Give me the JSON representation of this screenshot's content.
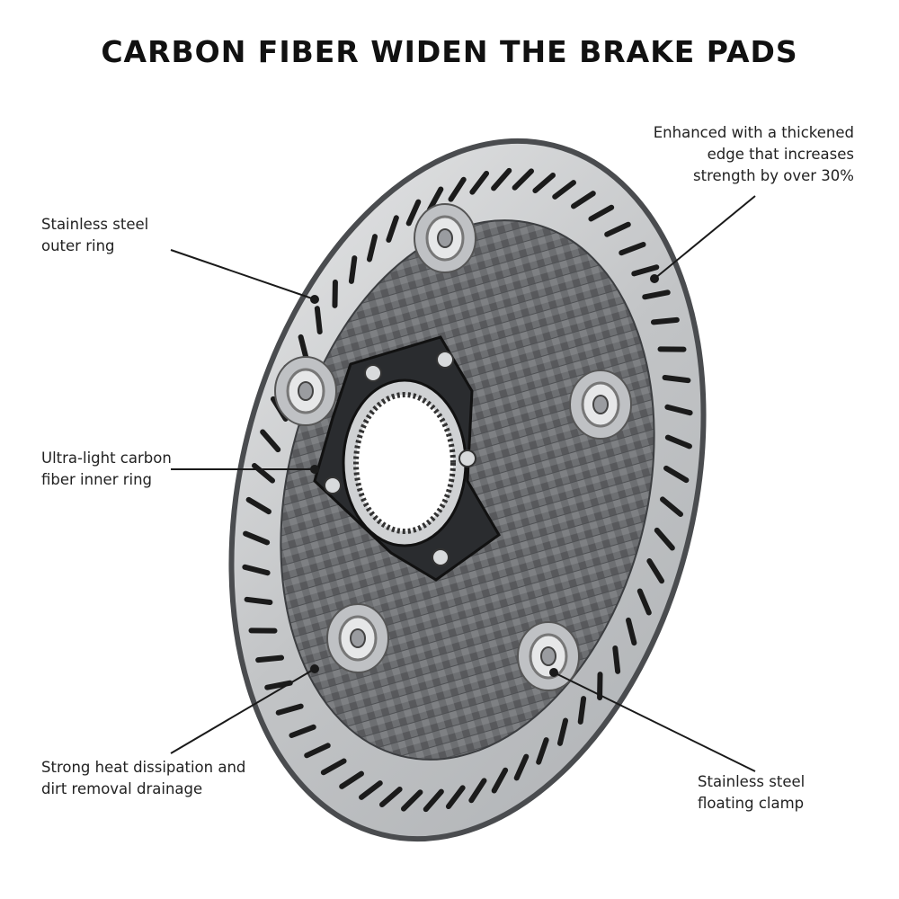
{
  "title": "CARBON FIBER WIDEN THE BRAKE PADS",
  "callouts": {
    "outer_ring": {
      "line1": "Stainless steel",
      "line2": "outer ring"
    },
    "inner_ring": {
      "line1": "Ultra-light carbon",
      "line2": "fiber inner ring"
    },
    "heat": {
      "line1": "Strong heat dissipation and",
      "line2": "dirt removal drainage"
    },
    "edge": {
      "line1": "Enhanced with a thickened",
      "line2": "edge that increases",
      "line3": "strength by over 30%"
    },
    "clamp": {
      "line1": "Stainless steel",
      "line2": "floating clamp"
    }
  },
  "colors": {
    "steel": "#c9cbcd",
    "steel_dark": "#8e9194",
    "carbon": "#6d6f72",
    "carbon_dark": "#4a4c4f",
    "adapter": "#2a2c2f",
    "slot": "#1b1b1b"
  }
}
